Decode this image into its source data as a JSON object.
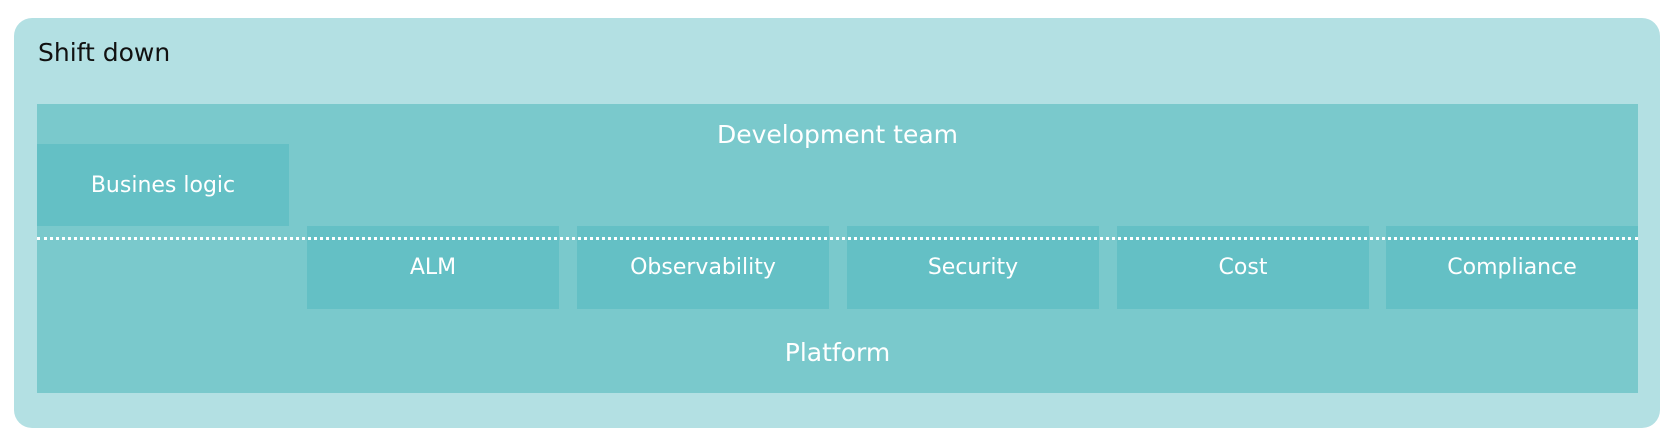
{
  "diagram": {
    "title": "Shift down",
    "development_team": "Development team",
    "business_logic": "Busines logic",
    "platform": "Platform",
    "pillars": [
      "ALM",
      "Observability",
      "Security",
      "Cost",
      "Compliance"
    ],
    "colors": {
      "outer_bg": "#b3e0e3",
      "inner_bg": "#7ac9cc",
      "box_bg": "#64c0c5",
      "text_light": "#ffffff",
      "title_text": "#111111"
    }
  }
}
